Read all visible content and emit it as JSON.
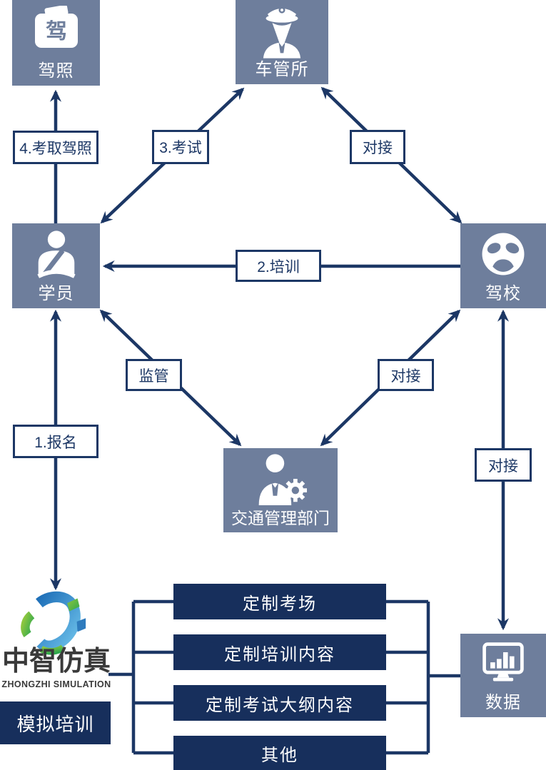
{
  "colors": {
    "node_fill": "#6e7e9c",
    "navy_fill": "#172f5c",
    "arrow": "#1c3765",
    "label_text": "#1c3765",
    "logo_text": "#3a3a3a",
    "logo_blue": "#2b7cc3",
    "logo_green": "#7dc242"
  },
  "diagram": {
    "nodes": {
      "license": {
        "label": "驾照",
        "glyph": "驾",
        "icon": "license-card-icon"
      },
      "dmv": {
        "label": "车管所",
        "icon": "police-officer-icon"
      },
      "student": {
        "label": "学员",
        "icon": "driver-icon"
      },
      "school": {
        "label": "驾校",
        "icon": "steering-wheel-icon"
      },
      "traffic": {
        "label": "交通管理部门",
        "icon": "person-gear-icon"
      },
      "data": {
        "label": "数据",
        "icon": "monitor-bar-chart-icon"
      }
    },
    "edge_labels": {
      "enroll": "1.报名",
      "training": "2.培训",
      "exam": "3.考试",
      "obtain_license": "4.考取驾照",
      "connect_dmv_school": "对接",
      "supervise": "监管",
      "connect_school_traffic": "对接",
      "connect_school_data": "对接"
    },
    "edges": [
      {
        "from": "student",
        "to": "license",
        "label": "4.考取驾照",
        "arrows": "one-way"
      },
      {
        "from": "student",
        "to": "dmv",
        "label": "3.考试",
        "arrows": "two-way"
      },
      {
        "from": "dmv",
        "to": "school",
        "label": "对接",
        "arrows": "two-way"
      },
      {
        "from": "school",
        "to": "student",
        "label": "2.培训",
        "arrows": "one-way"
      },
      {
        "from": "student",
        "to": "traffic",
        "label": "监管",
        "arrows": "two-way"
      },
      {
        "from": "school",
        "to": "traffic",
        "label": "对接",
        "arrows": "two-way"
      },
      {
        "from": "student",
        "to": "zhongzhi-logo",
        "label": "1.报名",
        "arrows": "two-way"
      },
      {
        "from": "school",
        "to": "data",
        "label": "对接",
        "arrows": "two-way"
      }
    ]
  },
  "solutions": {
    "items": [
      "定制考场",
      "定制培训内容",
      "定制考试大纲内容",
      "其他"
    ]
  },
  "logo": {
    "title": "中智仿真",
    "subtitle": "ZHONGZHI SIMULATION",
    "tagline": "模拟培训"
  }
}
